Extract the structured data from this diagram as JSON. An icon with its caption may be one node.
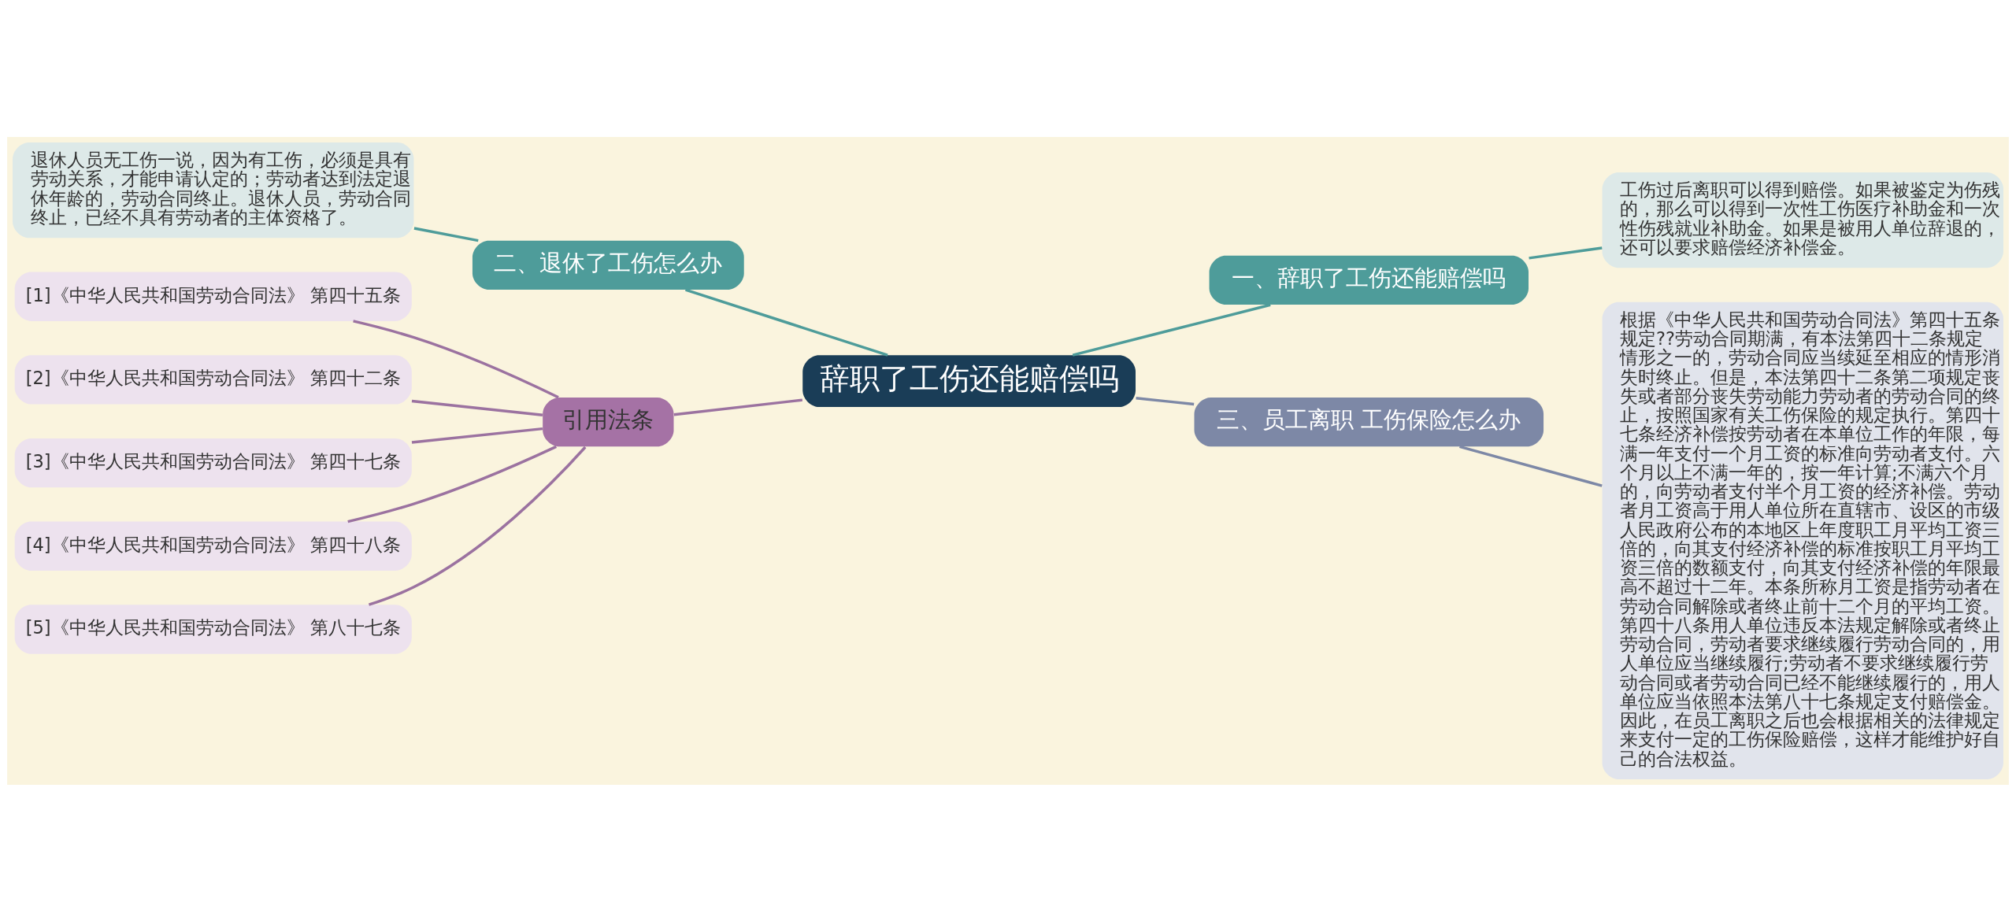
{
  "diagram": {
    "nodes": [
      {
        "text": [
          "辞职了工伤还能赔偿吗"
        ]
      },
      {
        "text": [
          "一、辞职了工伤还能赔偿吗"
        ]
      },
      {
        "text": [
          "工伤过后离职可以得到赔偿。如果被鉴定为伤残的，那么可以得到一次性工伤医疗补助金和一次性伤残就业补助金。如果是被用人单位辞退的，还可以要求赔偿经济补偿金。"
        ]
      },
      {
        "text": [
          "二、退休了工伤怎么办"
        ]
      },
      {
        "text": [
          "退休人员无工伤一说，因为有工伤，必须是具有劳动关系，才能申请认定的；劳动者达到法定退休年龄的，劳动合同终止。退休人员，劳动合同终止，已经不具有劳动者的主体资格了。"
        ]
      },
      {
        "text": [
          "三、员工离职 工伤保险怎么办"
        ]
      },
      {
        "text": [
          "根据《中华人民共和国劳动合同法》第四十五条规定??劳动合同期满，有本法第四十二条规定情形之一的，劳动合同应当续延至相应的情形消失时终止。但是，本法第四十二条第二项规定丧失或者部分丧失劳动能力劳动者的劳动合同的终止，按照国家有关工伤保险的规定执行。第四十七条经济补偿按劳动者在本单位工作的年限，每满一年支付一个月工资的标准向劳动者支付。六个月以上不满一年的，按一年计算;不满六个月的，向劳动者支付半个月工资的经济补偿。劳动者月工资高于用人单位所在直辖市、设区的市级人民政府公布的本地区上年度职工月平均工资三倍的，向其支付经济补偿的标准按职工月平均工资三倍的数额支付，向其支付经济补偿的年限最高不超过十二年。本条所称月工资是指劳动者在劳动合同解除或者终止前十二个月的平均工资。第四十八条用人单位违反本法规定解除或者终止劳动合同，劳动者要求继续履行劳动合同的，用人单位应当继续履行;劳动者不要求继续履行劳动合同或者劳动合同已经不能继续履行的，用人单位应当依照本法第八十七条规定支付赔偿金。因此，在员工离职之后也会根据相关的法律规定来支付一定的工伤保险赔偿，这样才能维护好自己的合法权益。"
        ]
      },
      {
        "text": [
          "引用法条"
        ]
      },
      {
        "text": [
          "[1]《中华人民共和国劳动合同法》 第四十五条"
        ]
      },
      {
        "text": [
          "[2]《中华人民共和国劳动合同法》 第四十二条"
        ]
      },
      {
        "text": [
          "[3]《中华人民共和国劳动合同法》 第四十七条"
        ]
      },
      {
        "text": [
          "[4]《中华人民共和国劳动合同法》 第四十八条"
        ]
      },
      {
        "text": [
          "[5]《中华人民共和国劳动合同法》 第八十七条"
        ]
      }
    ],
    "edges": [
      {
        "from": 0,
        "to": 1,
        "arrow": "none",
        "color": "#4e9c9a"
      },
      {
        "from": 1,
        "to": 2,
        "arrow": "none",
        "color": "#4e9c9a"
      },
      {
        "from": 3,
        "to": 0,
        "arrow": "none",
        "color": "#4e9c9a"
      },
      {
        "from": 4,
        "to": 3,
        "arrow": "none",
        "color": "#4e9c9a"
      },
      {
        "from": 0,
        "to": 5,
        "arrow": "none",
        "color": "#7d88a6"
      },
      {
        "from": 5,
        "to": 6,
        "arrow": "none",
        "color": "#7d88a6"
      },
      {
        "from": 7,
        "to": 0,
        "arrow": "none"
      },
      {
        "from": 8,
        "to": 7,
        "arrow": "none"
      },
      {
        "from": 9,
        "to": 7,
        "arrow": "none"
      },
      {
        "from": 10,
        "to": 7,
        "arrow": "none"
      },
      {
        "from": 11,
        "to": 7,
        "arrow": "none"
      },
      {
        "from": 12,
        "to": 7,
        "arrow": "none"
      }
    ]
  }
}
